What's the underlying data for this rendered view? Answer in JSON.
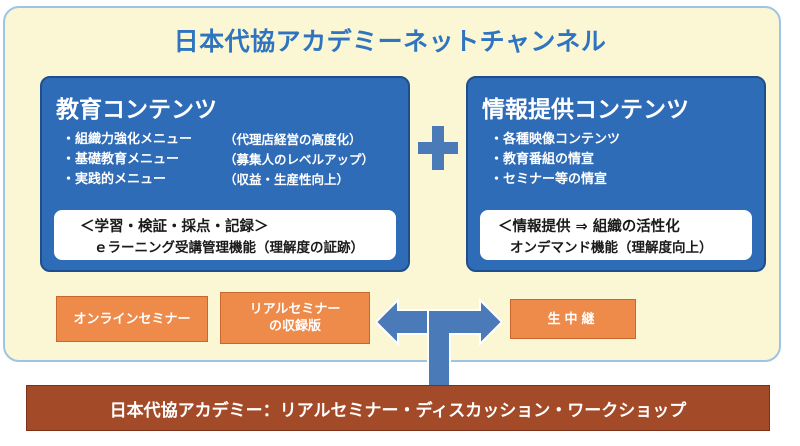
{
  "title": "日本代協アカデミーネットチャンネル",
  "education": {
    "heading": "教育コンテンツ",
    "items": [
      {
        "main": "・組織力強化メニュー",
        "note": "（代理店経営の高度化）"
      },
      {
        "main": "・基礎教育メニュー",
        "note": "（募集人のレベルアップ）"
      },
      {
        "main": "・実践的メニュー",
        "note": "（収益・生産性向上）"
      }
    ],
    "panel_line1": "＜学習・検証・採点・記録＞",
    "panel_line2": "ｅラーニング受講管理機能（理解度の証跡）"
  },
  "info": {
    "heading": "情報提供コンテンツ",
    "items": [
      "・各種映像コンテンツ",
      "・教育番組の情宣",
      "・セミナー等の情宣"
    ],
    "panel_line1": "＜情報提供 ⇒ 組織の活性化",
    "panel_line2": "オンデマンド機能（理解度向上）"
  },
  "buttons": {
    "online": "オンラインセミナー",
    "real_line1": "リアルセミナー",
    "real_line2": "の収録版",
    "live": "生中継"
  },
  "bottom_bar": "日本代協アカデミー：リアルセミナー・ディスカッション・ワークショップ",
  "colors": {
    "panel_bg": "#fbf6d3",
    "title": "#2e74c0",
    "box_blue": "#2f6cb7",
    "orange": "#ee8a4a",
    "arrow": "#4a7ab8",
    "bar": "#a34a28"
  }
}
